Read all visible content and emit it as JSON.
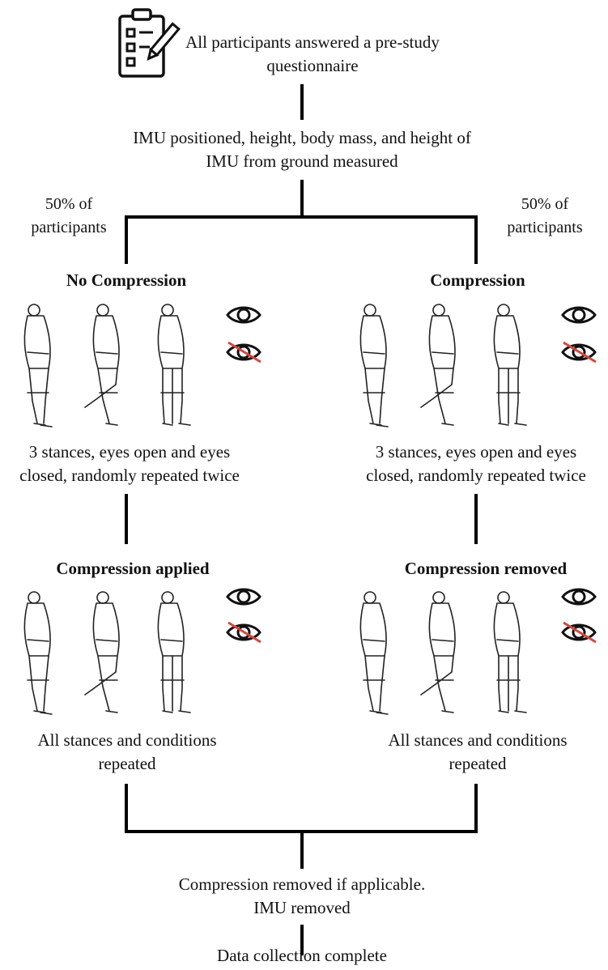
{
  "steps": {
    "questionnaire": "All participants answered a pre-study questionnaire",
    "imu_setup": "IMU positioned, height, body mass, and height of IMU from ground measured",
    "split_left": "50% of participants",
    "split_right": "50% of participants",
    "final_removal": "Compression removed if applicable. IMU removed",
    "complete": "Data collection complete"
  },
  "left_branch": {
    "condition": "No Compression",
    "protocol": "3 stances, eyes open and eyes closed, randomly repeated twice",
    "second_condition": "Compression applied",
    "repeat": "All stances and conditions repeated"
  },
  "right_branch": {
    "condition": "Compression",
    "protocol": "3 stances, eyes open and eyes closed, randomly repeated twice",
    "second_condition": "Compression removed",
    "repeat": "All stances and conditions repeated"
  },
  "icons": [
    "clipboard-icon",
    "eye-open-icon",
    "eye-closed-icon"
  ],
  "colors": {
    "line": "#000000",
    "eye_slash": "#d9453d"
  }
}
